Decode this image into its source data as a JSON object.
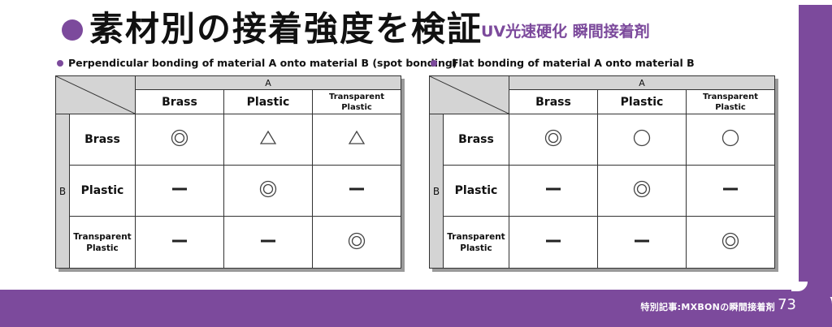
{
  "header": {
    "title": "素材別の接着強度を検証",
    "subtitle": "UV光速硬化 瞬間接着剤"
  },
  "sections": [
    {
      "caption": "Perpendicular bonding of material A onto material B (spot bonding)",
      "a_label": "A",
      "b_label": "B",
      "columns": [
        "Brass",
        "Plastic",
        "Transparent Plastic"
      ],
      "rows": [
        {
          "label": "Brass",
          "cells": [
            "double-circle",
            "triangle",
            "triangle"
          ]
        },
        {
          "label": "Plastic",
          "cells": [
            "dash",
            "double-circle",
            "dash"
          ]
        },
        {
          "label": "Transparent Plastic",
          "cells": [
            "dash",
            "dash",
            "double-circle"
          ]
        }
      ]
    },
    {
      "caption": "Flat bonding of material A onto material B",
      "a_label": "A",
      "b_label": "B",
      "columns": [
        "Brass",
        "Plastic",
        "Transparent Plastic"
      ],
      "rows": [
        {
          "label": "Brass",
          "cells": [
            "double-circle",
            "circle",
            "circle"
          ]
        },
        {
          "label": "Plastic",
          "cells": [
            "dash",
            "double-circle",
            "dash"
          ]
        },
        {
          "label": "Transparent Plastic",
          "cells": [
            "dash",
            "dash",
            "double-circle"
          ]
        }
      ]
    }
  ],
  "footer": {
    "text": "特別記事:MXBONの瞬間接着剤",
    "page_number": "73"
  },
  "colors": {
    "accent": "#7c4a9c",
    "header_fill": "#d4d4d4"
  }
}
